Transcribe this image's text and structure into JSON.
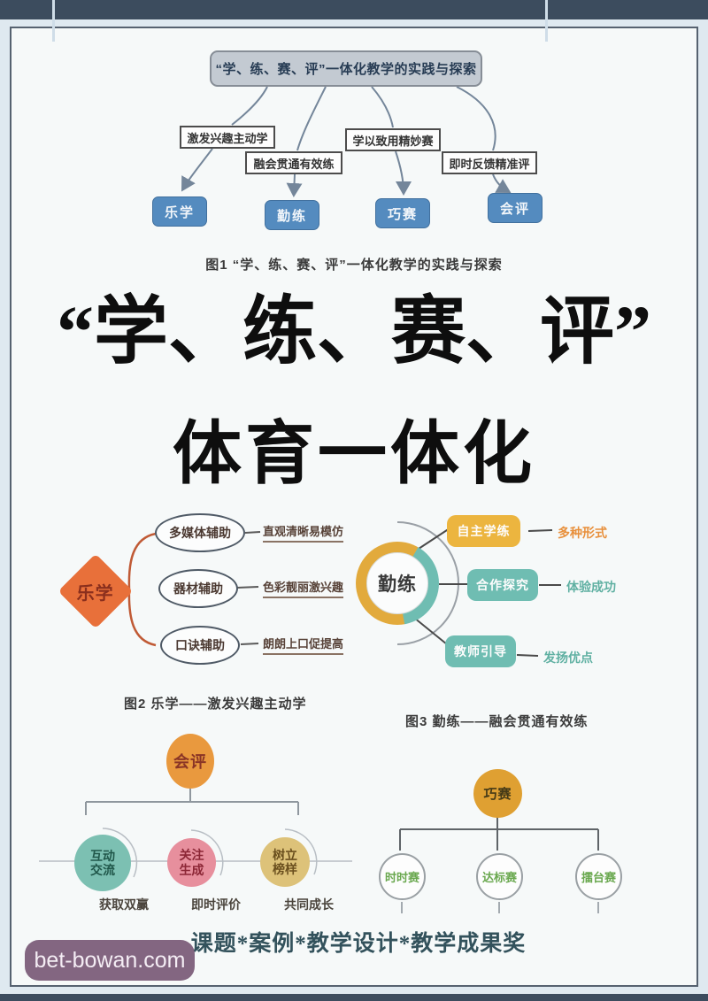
{
  "page": {
    "watermark_label": "bet-bowan.com",
    "footer_text": "课题*案例*教学设计*教学成果奖"
  },
  "hero": {
    "line1": "“学、练、赛、评”",
    "line2": "体育一体化"
  },
  "figure1": {
    "title": "“学、练、赛、评”一体化教学的实践与探索",
    "branch_labels": [
      "激发兴趣主动学",
      "融会贯通有效练",
      "学以致用精妙赛",
      "即时反馈精准评"
    ],
    "nodes": [
      "乐学",
      "勤练",
      "巧赛",
      "会评"
    ],
    "caption": "图1  “学、练、赛、评”一体化教学的实践与探索"
  },
  "figure2": {
    "root": "乐学",
    "branches": [
      {
        "node": "多媒体辅助",
        "desc": "直观清晰易模仿"
      },
      {
        "node": "器材辅助",
        "desc": "色彩靓丽激兴趣"
      },
      {
        "node": "口诀辅助",
        "desc": "朗朗上口促提高"
      }
    ],
    "caption": "图2  乐学——激发兴趣主动学"
  },
  "figure3": {
    "root": "勤练",
    "branches": [
      {
        "node": "自主学练",
        "desc": "多种形式"
      },
      {
        "node": "合作探究",
        "desc": "体验成功"
      },
      {
        "node": "教师引导",
        "desc": "发扬优点"
      }
    ],
    "caption": "图3  勤练——融会贯通有效练"
  },
  "figure4": {
    "root": "会评",
    "branches": [
      {
        "line1": "互动",
        "line2": "交流",
        "desc": "获取双赢"
      },
      {
        "line1": "关注",
        "line2": "生成",
        "desc": "即时评价"
      },
      {
        "line1": "树立",
        "line2": "榜样",
        "desc": "共同成长"
      }
    ]
  },
  "figure5": {
    "root": "巧赛",
    "items": [
      {
        "label": "时时赛"
      },
      {
        "label": "达标赛"
      },
      {
        "label": "擂台赛"
      }
    ]
  },
  "colors": {
    "node_blue": "#548bbf",
    "diamond_orange": "#e8703a",
    "accent_yellow": "#ecb53f",
    "accent_teal": "#6fbdb2",
    "accent_pink": "#e78f9d",
    "accent_tan": "#ddc279",
    "root_orange": "#e9993e",
    "race_green": "#6aa84f",
    "watermark_purple": "#7b5a77",
    "frame_navy": "#3c4c5e"
  }
}
